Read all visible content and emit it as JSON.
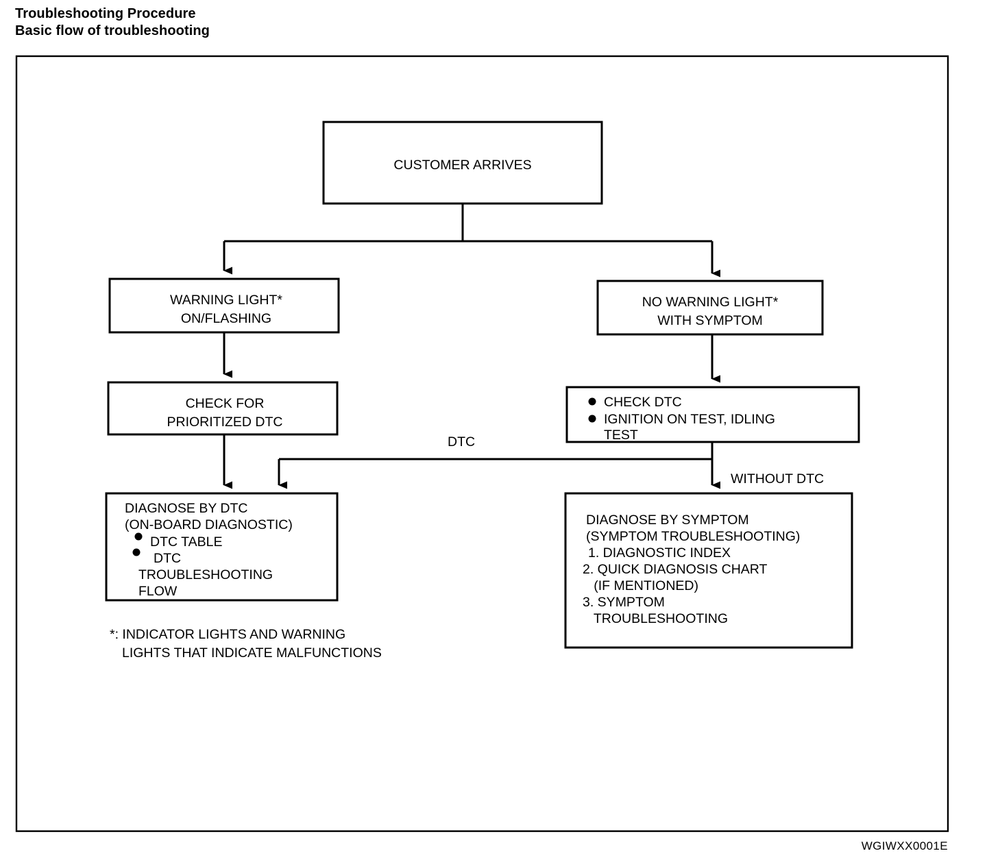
{
  "document": {
    "title_line1": "Troubleshooting Procedure",
    "title_line2": "Basic flow of troubleshooting",
    "reference_code": "WGIWXX0001E"
  },
  "diagram": {
    "type": "flowchart",
    "orientation": "top-down",
    "nodes": {
      "start": {
        "id": "customer-arrives",
        "lines": [
          "CUSTOMER ARRIVES"
        ]
      },
      "branch_left": {
        "id": "warning-light-on-flashing",
        "lines": [
          "WARNING LIGHT*",
          "ON/FLASHING"
        ]
      },
      "branch_right": {
        "id": "no-warning-light-with-symptom",
        "lines": [
          "NO WARNING LIGHT*",
          "WITH SYMPTOM"
        ]
      },
      "check_prioritized": {
        "id": "check-for-prioritized-dtc",
        "lines": [
          "CHECK FOR",
          "PRIORITIZED DTC"
        ]
      },
      "check_dtc": {
        "id": "check-dtc-tests",
        "bullets": [
          "CHECK DTC",
          "IGNITION ON TEST, IDLING"
        ],
        "continuation": "TEST"
      },
      "diagnose_by_dtc": {
        "id": "diagnose-by-dtc",
        "heading": [
          "DIAGNOSE BY DTC",
          "(ON-BOARD DIAGNOSTIC)"
        ],
        "bullets": [
          "DTC TABLE",
          "DTC"
        ],
        "continuation": [
          "TROUBLESHOOTING",
          "FLOW"
        ]
      },
      "diagnose_by_symptom": {
        "id": "diagnose-by-symptom",
        "heading": [
          "DIAGNOSE BY SYMPTOM",
          "(SYMPTOM TROUBLESHOOTING)"
        ],
        "numbered": [
          "1. DIAGNOSTIC INDEX",
          "2. QUICK DIAGNOSIS CHART",
          "   (IF MENTIONED)",
          "3. SYMPTOM",
          "   TROUBLESHOOTING"
        ]
      }
    },
    "edge_labels": {
      "dtc": "DTC",
      "without_dtc": "WITHOUT DTC"
    },
    "footnote": {
      "line1": "*: INDICATOR LIGHTS AND WARNING",
      "line2": "LIGHTS THAT INDICATE MALFUNCTIONS"
    }
  }
}
